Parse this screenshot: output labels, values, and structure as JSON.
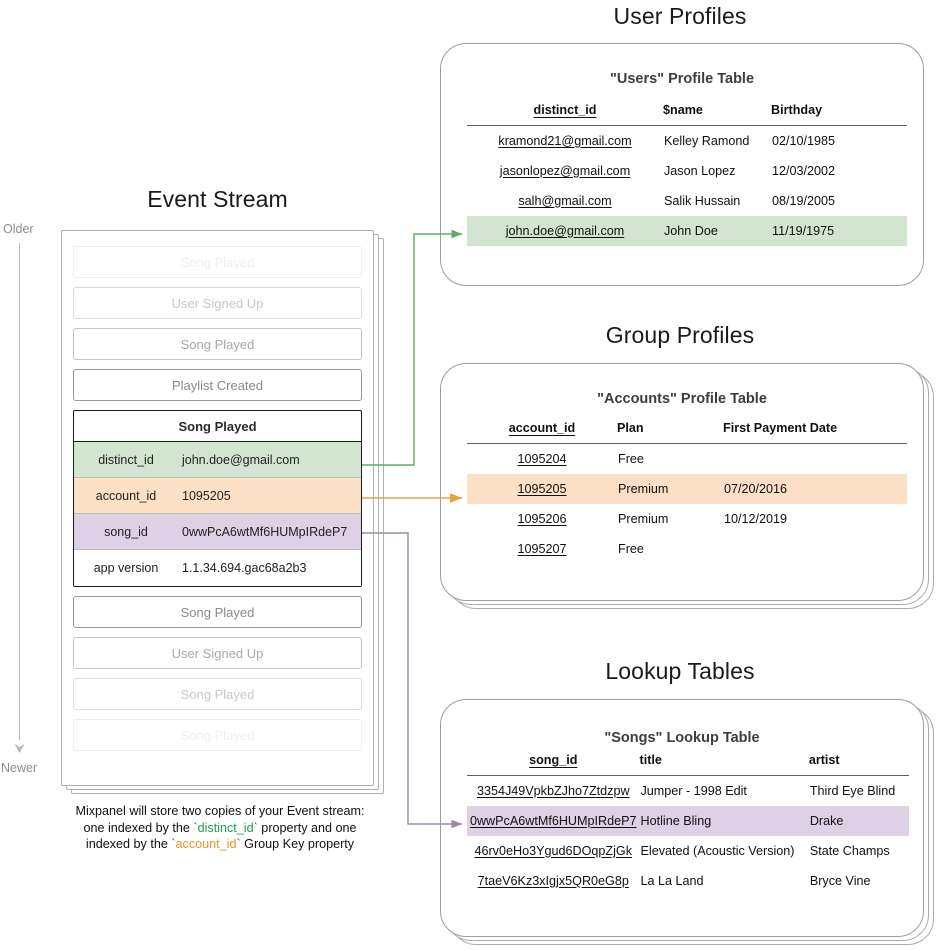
{
  "timeline": {
    "older_label": "Older",
    "newer_label": "Newer"
  },
  "event_stream": {
    "title": "Event Stream",
    "events_before": [
      {
        "label": "Song Played",
        "fade": "f-05"
      },
      {
        "label": "User Signed Up",
        "fade": "f-25"
      },
      {
        "label": "Song Played",
        "fade": "f-50"
      },
      {
        "label": "Playlist Created",
        "fade": "f-80"
      }
    ],
    "selected_event": {
      "title": "Song Played",
      "properties": [
        {
          "key": "distinct_id",
          "value": "john.doe@gmail.com",
          "color": "green"
        },
        {
          "key": "account_id",
          "value": "1095205",
          "color": "orange"
        },
        {
          "key": "song_id",
          "value": "0wwPcA6wtMf6HUMpIRdeP7",
          "color": "purple"
        },
        {
          "key": "app version",
          "value": "1.1.34.694.gac68a2b3",
          "color": "plain"
        }
      ]
    },
    "events_after": [
      {
        "label": "Song Played",
        "fade": "f-80"
      },
      {
        "label": "User Signed Up",
        "fade": "f-50"
      },
      {
        "label": "Song Played",
        "fade": "f-25"
      },
      {
        "label": "Song Played",
        "fade": "f-05"
      }
    ],
    "caption": {
      "line1": "Mixpanel will store two copies of your Event stream:",
      "line2_pre": "one indexed by the ",
      "line2_token": "distinct_id",
      "line2_post": " property and one",
      "line3_pre": "indexed by the ",
      "line3_token": "account_id",
      "line3_post": " Group Key property"
    }
  },
  "user_profiles": {
    "section_title": "User Profiles",
    "table_title": "\"Users\" Profile Table",
    "columns": [
      "distinct_id",
      "$name",
      "Birthday"
    ],
    "rows": [
      {
        "cells": [
          "kramond21@gmail.com",
          "Kelley Ramond",
          "02/10/1985"
        ],
        "highlight": ""
      },
      {
        "cells": [
          "jasonlopez@gmail.com",
          "Jason Lopez",
          "12/03/2002"
        ],
        "highlight": ""
      },
      {
        "cells": [
          "salh@gmail.com",
          "Salik Hussain",
          "08/19/2005"
        ],
        "highlight": ""
      },
      {
        "cells": [
          "john.doe@gmail.com",
          "John Doe",
          "11/19/1975"
        ],
        "highlight": "hl-green"
      }
    ]
  },
  "group_profiles": {
    "section_title": "Group Profiles",
    "table_title": "\"Accounts\" Profile Table",
    "columns": [
      "account_id",
      "Plan",
      "First Payment Date"
    ],
    "rows": [
      {
        "cells": [
          "1095204",
          "Free",
          ""
        ],
        "highlight": ""
      },
      {
        "cells": [
          "1095205",
          "Premium",
          "07/20/2016"
        ],
        "highlight": "hl-orange"
      },
      {
        "cells": [
          "1095206",
          "Premium",
          "10/12/2019"
        ],
        "highlight": ""
      },
      {
        "cells": [
          "1095207",
          "Free",
          ""
        ],
        "highlight": ""
      }
    ]
  },
  "lookup_tables": {
    "section_title": "Lookup Tables",
    "table_title": "\"Songs\" Lookup Table",
    "columns": [
      "song_id",
      "title",
      "artist"
    ],
    "rows": [
      {
        "cells": [
          "3354J49VpkbZJho7Ztdzpw",
          "Jumper - 1998 Edit",
          "Third Eye Blind"
        ],
        "highlight": ""
      },
      {
        "cells": [
          "0wwPcA6wtMf6HUMpIRdeP7",
          "Hotline Bling",
          "Drake"
        ],
        "highlight": "hl-purple"
      },
      {
        "cells": [
          "46rv0eHo3Ygud6DOqpZjGk",
          "Elevated (Acoustic Version)",
          "State Champs"
        ],
        "highlight": ""
      },
      {
        "cells": [
          "7taeV6Kz3xIgjx5QR0eG8p",
          "La La Land",
          "Bryce Vine"
        ],
        "highlight": ""
      }
    ]
  },
  "colors": {
    "green": "#d3e5d0",
    "orange": "#fbe0c5",
    "purple": "#ded0e5",
    "arrow_green": "#62a96a",
    "arrow_orange": "#e8a33d",
    "arrow_purple": "#9b8aa6"
  }
}
